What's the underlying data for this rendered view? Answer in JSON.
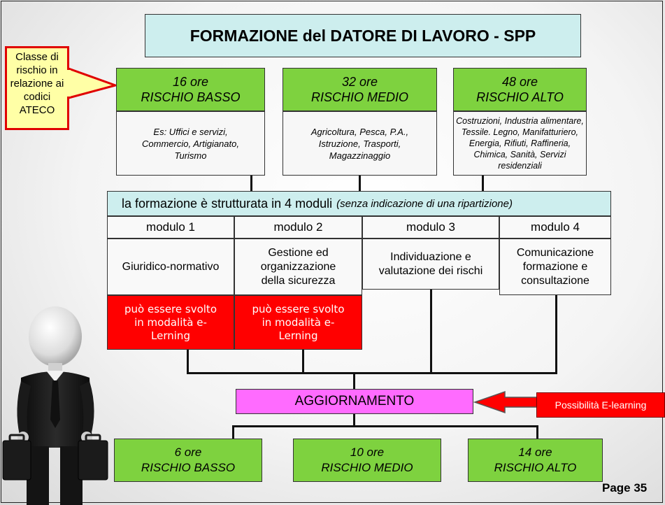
{
  "title": "FORMAZIONE del DATORE DI LAVORO - SPP",
  "callout_left": "Classe di rischio in relazione ai codici ATECO",
  "risk_levels": [
    {
      "hours": "16 ore",
      "label": "RISCHIO BASSO",
      "examples": "Es: Uffici e servizi, Commercio, Artigianato, Turismo"
    },
    {
      "hours": "32 ore",
      "label": "RISCHIO MEDIO",
      "examples": "Agricoltura, Pesca, P.A., Istruzione, Trasporti, Magazzinaggio"
    },
    {
      "hours": "48 ore",
      "label": "RISCHIO ALTO",
      "examples": "Costruzioni, Industria alimentare, Tessile. Legno, Manifatturiero, Energia, Rifiuti, Raffineria, Chimica, Sanità, Servizi residenziali"
    }
  ],
  "structure": {
    "text": "la formazione è strutturata in 4 moduli",
    "note": "(senza indicazione di una ripartizione)"
  },
  "modules": [
    {
      "name": "modulo 1",
      "topic": "Giuridico-normativo",
      "elearning": "può essere svolto in modalità e-Lerning"
    },
    {
      "name": "modulo 2",
      "topic": "Gestione ed organizzazione della sicurezza",
      "elearning": "può essere svolto in modalità e-Lerning"
    },
    {
      "name": "modulo 3",
      "topic": "Individuazione e valutazione dei rischi",
      "elearning": ""
    },
    {
      "name": "modulo 4",
      "topic": "Comunicazione formazione e consultazione",
      "elearning": ""
    }
  ],
  "update": {
    "label": "AGGIORNAMENTO",
    "callout": "Possibilità E-learning"
  },
  "update_levels": [
    {
      "hours": "6 ore",
      "label": "RISCHIO BASSO"
    },
    {
      "hours": "10 ore",
      "label": "RISCHIO MEDIO"
    },
    {
      "hours": "14 ore",
      "label": "RISCHIO ALTO"
    }
  ],
  "page": "Page 35",
  "colors": {
    "title_bg": "#cdeeee",
    "green": "#7ed23f",
    "red": "#ff0000",
    "magenta": "#ff6bff",
    "callout_bg": "#ffffa6"
  },
  "icons": [
    "businessman-figure",
    "briefcase-icon",
    "arrow-left-icon"
  ]
}
